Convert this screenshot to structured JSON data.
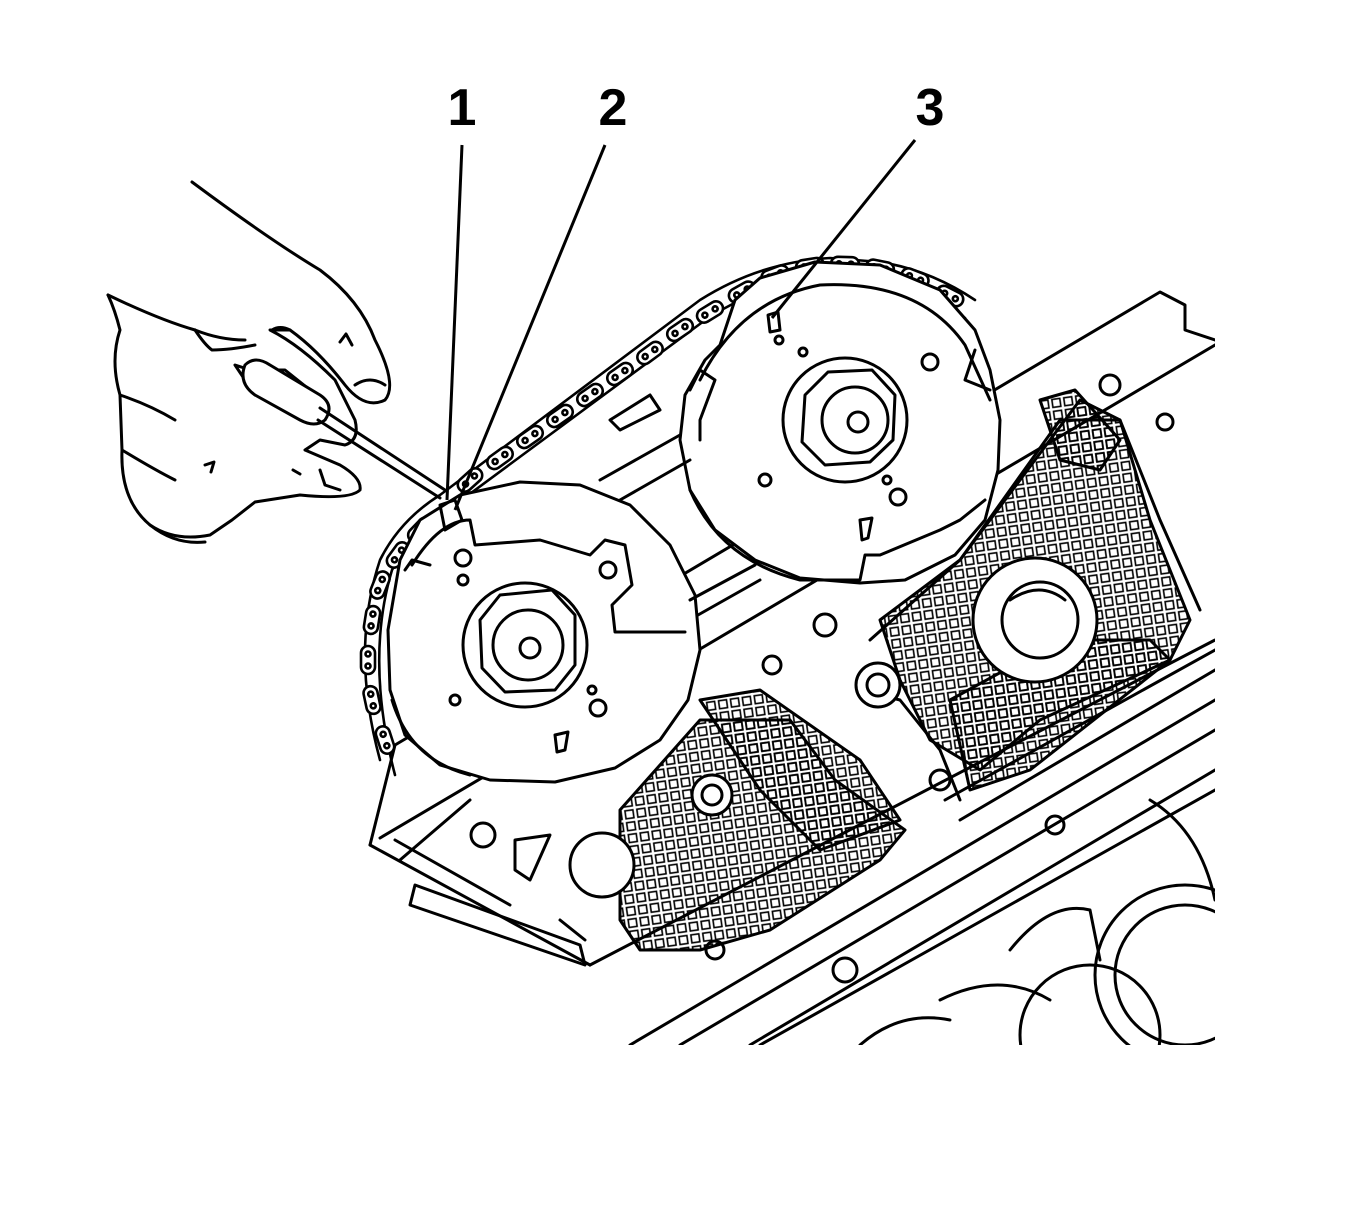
{
  "callouts": [
    {
      "id": "1",
      "label": "1"
    },
    {
      "id": "2",
      "label": "2"
    },
    {
      "id": "3",
      "label": "3"
    }
  ],
  "colors": {
    "ink": "#000000",
    "paper": "#ffffff"
  },
  "icons": {
    "hand": "hand-holding-tool-icon",
    "left_sprocket": "camshaft-sprocket-icon",
    "right_sprocket": "camshaft-sprocket-icon",
    "chain": "timing-chain-icon"
  }
}
